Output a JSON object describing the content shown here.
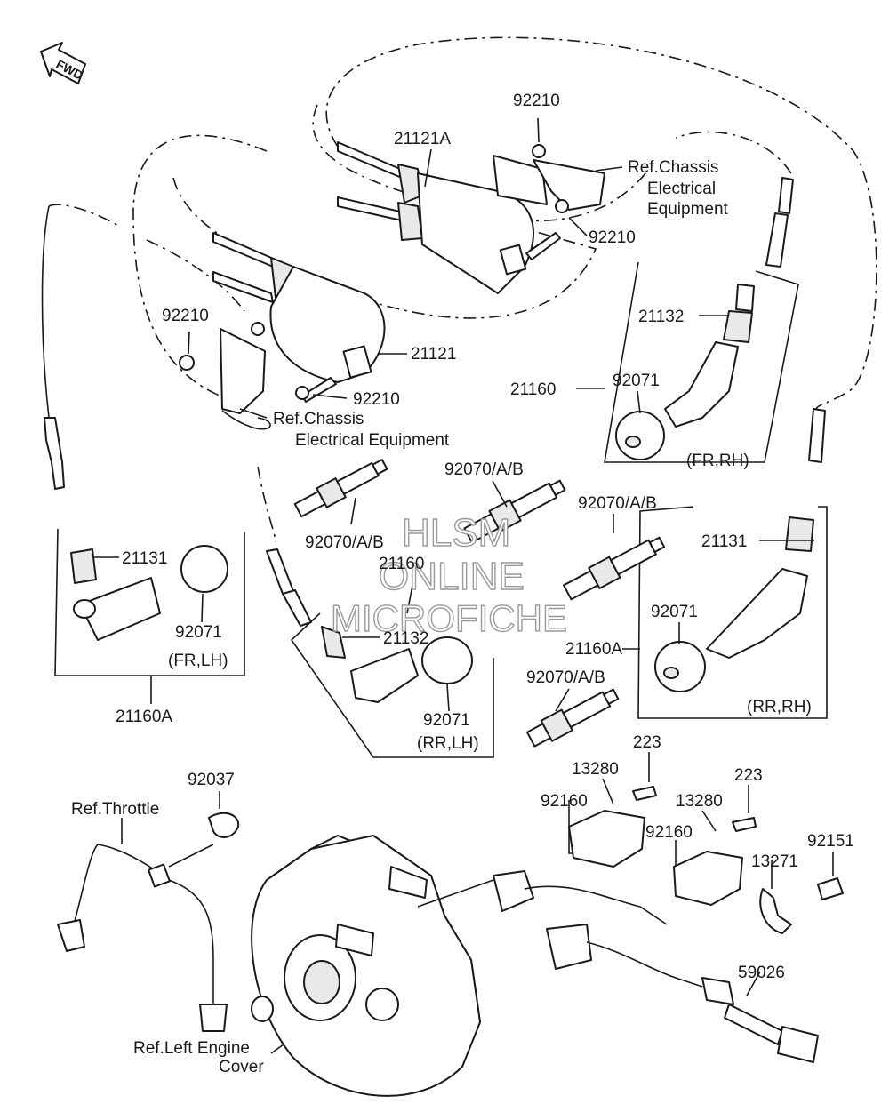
{
  "fwd_label": "FWD",
  "watermark": {
    "line1": "HLSM",
    "line2": "ONLINE",
    "line3": "MICROFICHE"
  },
  "labels": {
    "p92210_top": "92210",
    "p21121A": "21121A",
    "ref_chassis_top_1": "Ref.Chassis",
    "ref_chassis_top_2": "Electrical",
    "ref_chassis_top_3": "Equipment",
    "p92210_right": "92210",
    "p92210_left": "92210",
    "p21121": "21121",
    "p92210_lower": "92210",
    "ref_chassis_mid_1": "Ref.Chassis",
    "ref_chassis_mid_2": "Electrical Equipment",
    "p21132_top": "21132",
    "p21160_top": "21160",
    "p92071_frrh": "92071",
    "frrh": "(FR,RH)",
    "p92070_center": "92070/A/B",
    "p92070_left": "92070/A/B",
    "p21160_mid": "21160",
    "p92070_right": "92070/A/B",
    "p21131_left": "21131",
    "p92071_frlh": "92071",
    "frlh": "(FR,LH)",
    "p21160A_left": "21160A",
    "p21132_mid": "21132",
    "p92071_rrlh": "92071",
    "rrlh": "(RR,LH)",
    "p21131_right": "21131",
    "p92071_rrrh": "92071",
    "p21160A_right": "21160A",
    "rrrh": "(RR,RH)",
    "p92070_lower": "92070/A/B",
    "p223_a": "223",
    "p13280_a": "13280",
    "p92160_a": "92160",
    "p223_b": "223",
    "p13280_b": "13280",
    "p92160_b": "92160",
    "p92151": "92151",
    "p13271": "13271",
    "p92037": "92037",
    "ref_throttle": "Ref.Throttle",
    "p59026": "59026",
    "ref_engine_1": "Ref.Left Engine",
    "ref_engine_2": "Cover"
  }
}
